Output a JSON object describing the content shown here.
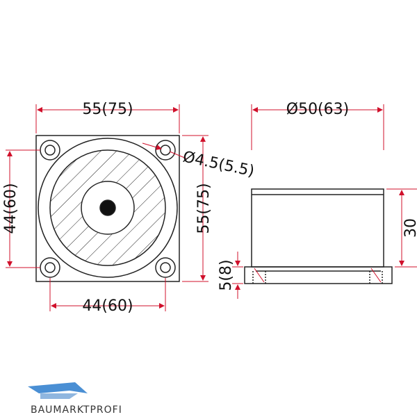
{
  "dimensions": {
    "top_width": "55(75)",
    "right_height": "55(75)",
    "left_height": "44(60)",
    "bottom_width": "44(60)",
    "hole_diameter": "Ø4.5(5.5)",
    "side_diameter": "Ø50(63)",
    "side_height": "30",
    "base_height": "5(8)"
  },
  "logo": {
    "text": "BAUMARKTPROFI"
  },
  "colors": {
    "outline": "#222222",
    "dimension": "#d0102b",
    "logo_blue": "#4a8fd4"
  }
}
